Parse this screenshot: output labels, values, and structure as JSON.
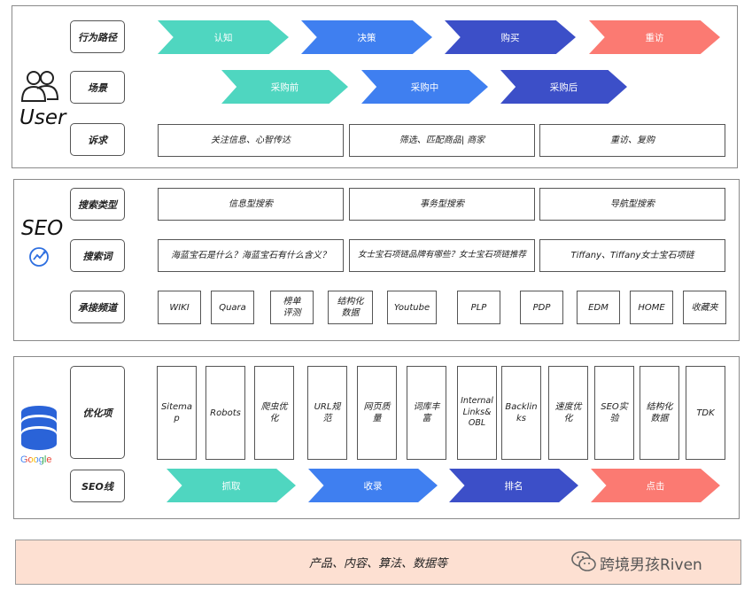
{
  "user": {
    "section_label": "User",
    "rows": {
      "path": "行为路径",
      "scene": "场景",
      "demand": "诉求"
    },
    "path_arrows": [
      "认知",
      "决策",
      "购买",
      "重访"
    ],
    "scene_arrows": [
      "采购前",
      "采购中",
      "采购后"
    ],
    "demands": [
      "关注信息、心智传达",
      "筛选、匹配商品| 商家",
      "重访、复购"
    ]
  },
  "seo": {
    "section_label": "SEO",
    "rows": {
      "type": "搜索类型",
      "keyword": "搜索词",
      "channel": "承接频道"
    },
    "types": [
      "信息型搜索",
      "事务型搜索",
      "导航型搜索"
    ],
    "keywords": [
      "海蓝宝石是什么？海蓝宝石有什么含义？",
      "女士宝石项链品牌有哪些？女士宝石项链推荐",
      "Tiffany、Tiffany女士宝石项链"
    ],
    "channels": [
      "WIKI",
      "Quara",
      "榜单\n评测",
      "结构化\n数据",
      "Youtube",
      "PLP",
      "PDP",
      "EDM",
      "HOME",
      "收藏夹"
    ]
  },
  "google": {
    "logo_text": "Google",
    "rows": {
      "optimize": "优化项",
      "line": "SEO线"
    },
    "items": [
      "Sitema\np",
      "Robots",
      "爬虫优\n化",
      "URL规\n范",
      "网页质\n量",
      "词库丰\n富",
      "Internal\nLinks&\nOBL",
      "Backlin\nks",
      "速度优\n化",
      "SEO实\n验",
      "结构化\n数据",
      "TDK"
    ],
    "line_arrows": [
      "抓取",
      "收录",
      "排名",
      "点击"
    ]
  },
  "footer": {
    "text": "产品、内容、算法、数据等"
  },
  "watermark": {
    "text": "跨境男孩Riven"
  },
  "colors": {
    "teal": "#4fd6c0",
    "blue": "#3f7ff0",
    "navy": "#3c4fc8",
    "coral": "#fb7a72",
    "footer_bg": "#fde0d2"
  }
}
